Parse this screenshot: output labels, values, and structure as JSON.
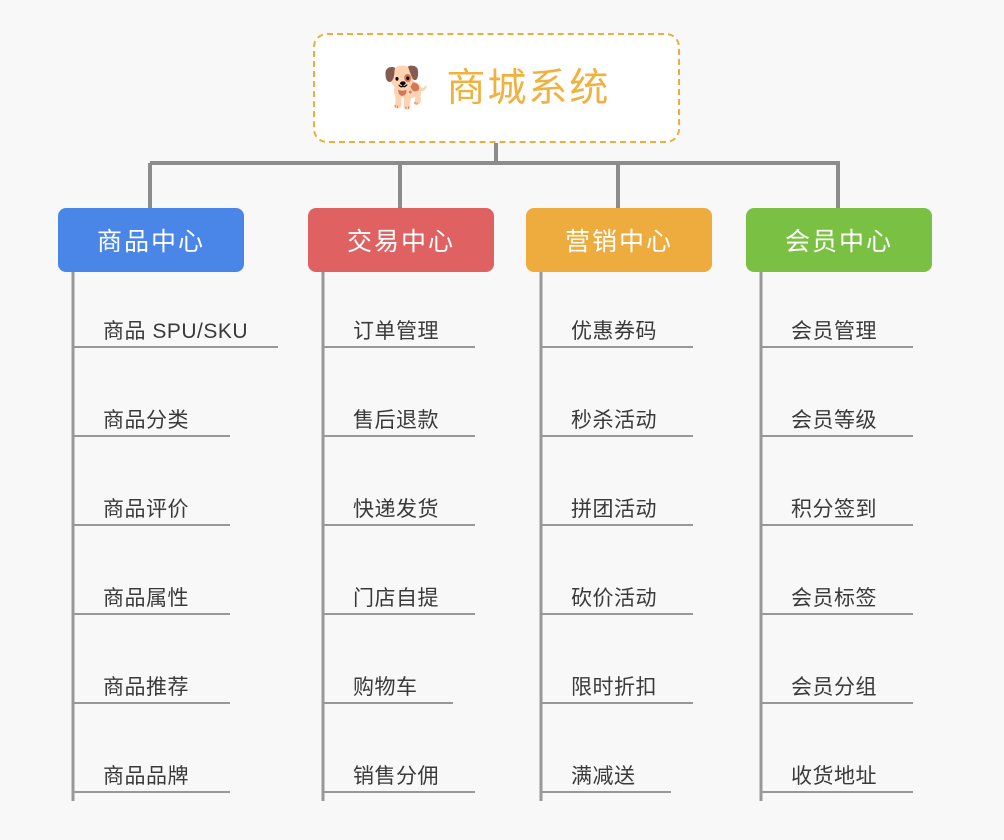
{
  "page": {
    "background_color": "#f8f8f8",
    "title": "商城系统"
  },
  "root": {
    "icon": "shiba-dog-face-icon",
    "emoji": "🐕",
    "label": "商城系统",
    "text_color": "#f0b13f",
    "border_color": "#eeab3e",
    "background_color": "#ffffff"
  },
  "connector": {
    "color": "#8c8c8c"
  },
  "columns": [
    {
      "id": "product-center",
      "label": "商品中心",
      "color": "#4a86e8",
      "items": [
        {
          "label": "商品 SPU/SKU"
        },
        {
          "label": "商品分类"
        },
        {
          "label": "商品评价"
        },
        {
          "label": "商品属性"
        },
        {
          "label": "商品推荐"
        },
        {
          "label": "商品品牌"
        }
      ]
    },
    {
      "id": "trade-center",
      "label": "交易中心",
      "color": "#e06161",
      "items": [
        {
          "label": "订单管理"
        },
        {
          "label": "售后退款"
        },
        {
          "label": "快递发货"
        },
        {
          "label": "门店自提"
        },
        {
          "label": "购物车"
        },
        {
          "label": "销售分佣"
        }
      ]
    },
    {
      "id": "marketing-center",
      "label": "营销中心",
      "color": "#eeab3e",
      "items": [
        {
          "label": "优惠券码"
        },
        {
          "label": "秒杀活动"
        },
        {
          "label": "拼团活动"
        },
        {
          "label": "砍价活动"
        },
        {
          "label": "限时折扣"
        },
        {
          "label": "满减送"
        }
      ]
    },
    {
      "id": "member-center",
      "label": "会员中心",
      "color": "#7ac143",
      "items": [
        {
          "label": "会员管理"
        },
        {
          "label": "会员等级"
        },
        {
          "label": "积分签到"
        },
        {
          "label": "会员标签"
        },
        {
          "label": "会员分组"
        },
        {
          "label": "收货地址"
        }
      ]
    }
  ]
}
